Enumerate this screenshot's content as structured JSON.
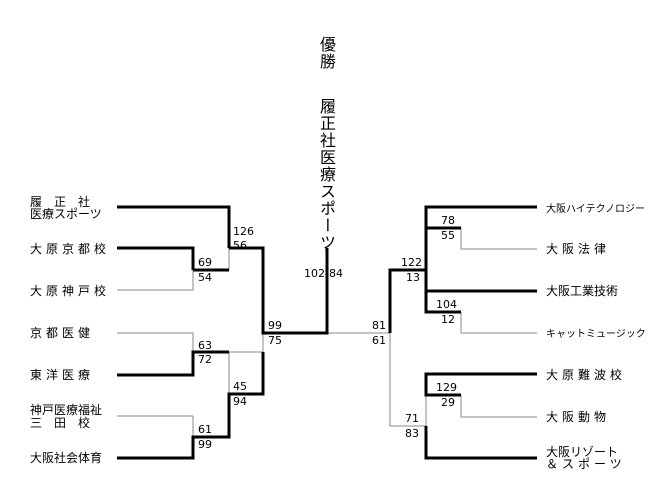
{
  "title": "優勝",
  "champion": "履正社医療スポーツ",
  "left_teams": [
    {
      "line1": "履　正　社",
      "line2": "医療スポーツ"
    },
    {
      "line1": "大原京都校"
    },
    {
      "line1": "大原神戸校"
    },
    {
      "line1": "京都医健"
    },
    {
      "line1": "東洋医療"
    },
    {
      "line1": "神戸医療福祉",
      "line2": "三　田　校"
    },
    {
      "line1": "大阪社会体育"
    }
  ],
  "right_teams": [
    {
      "line1": "大阪ハイテクノロジー"
    },
    {
      "line1": "大阪法律"
    },
    {
      "line1": "大阪工業技術"
    },
    {
      "line1": "キャットミュージック"
    },
    {
      "line1": "大原難波校"
    },
    {
      "line1": "大阪動物"
    },
    {
      "line1": "大阪リゾート",
      "line2": "＆スポーツ"
    }
  ],
  "scores": {
    "l_r1_a": "69",
    "l_r1_b": "54",
    "l_r1_c": "63",
    "l_r1_d": "72",
    "l_r1_e": "61",
    "l_r1_f": "99",
    "l_r2_a": "126",
    "l_r2_b": "56",
    "l_r2_c": "45",
    "l_r2_d": "94",
    "l_semi_a": "99",
    "l_semi_b": "75",
    "final_left": "102",
    "final_right": "84",
    "r_r1_a": "78",
    "r_r1_b": "55",
    "r_r1_c": "104",
    "r_r1_d": "12",
    "r_r1_e": "129",
    "r_r1_f": "29",
    "r_r2_a": "122",
    "r_r2_b": "13",
    "r_r2_c": "71",
    "r_r2_d": "83",
    "r_semi_a": "81",
    "r_semi_b": "61"
  }
}
